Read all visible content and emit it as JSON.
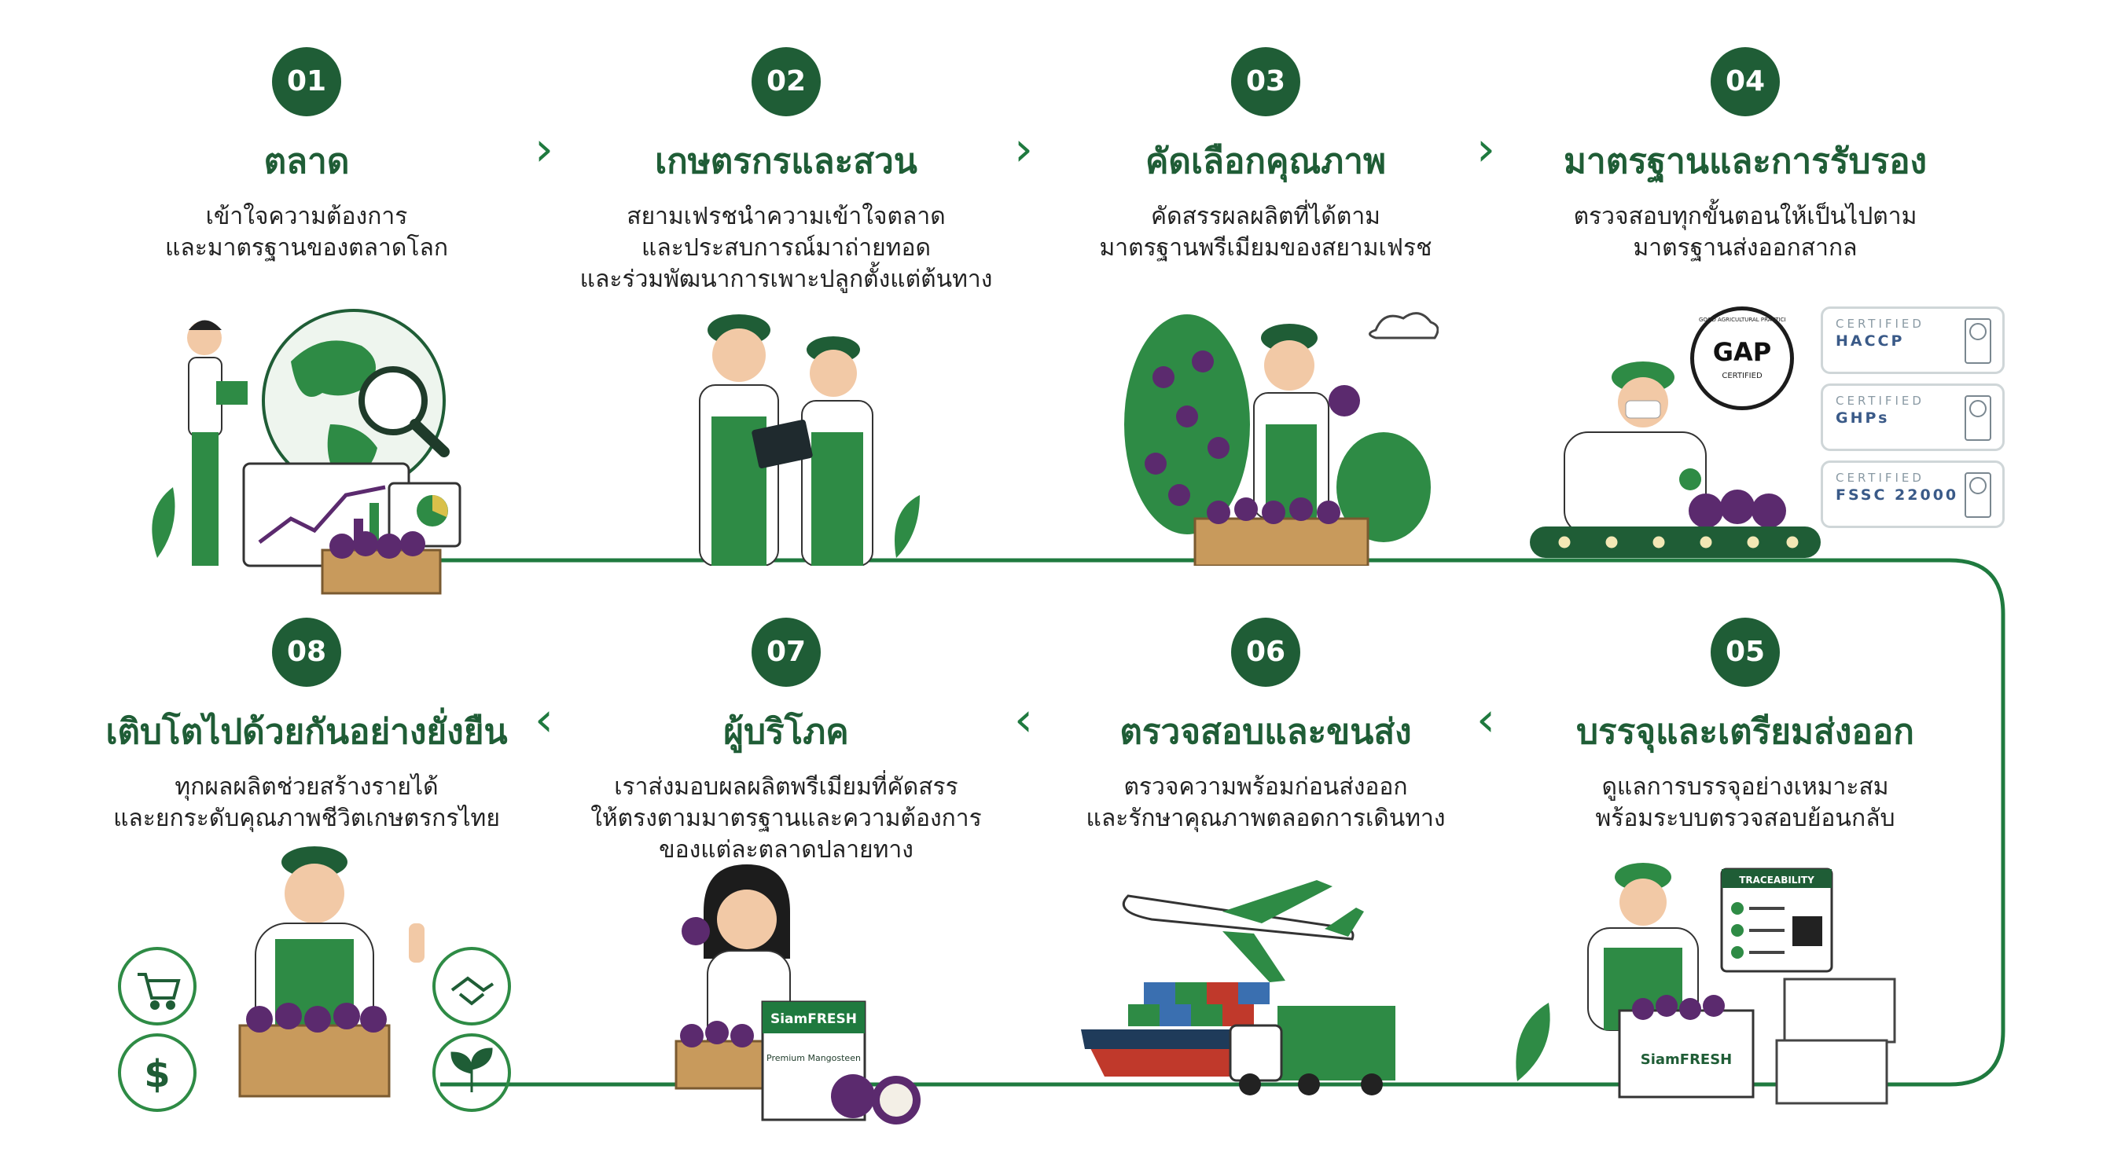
{
  "steps": [
    {
      "num": "01",
      "title": "ตลาด",
      "lines": [
        "เข้าใจความต้องการ",
        "และมาตรฐานของตลาดโลก"
      ]
    },
    {
      "num": "02",
      "title": "เกษตรกรและสวน",
      "lines": [
        "สยามเฟรชนำความเข้าใจตลาด",
        "และประสบการณ์มาถ่ายทอด",
        "และร่วมพัฒนาการเพาะปลูกตั้งแต่ต้นทาง"
      ]
    },
    {
      "num": "03",
      "title": "คัดเลือกคุณภาพ",
      "lines": [
        "คัดสรรผลผลิตที่ได้ตาม",
        "มาตรฐานพรีเมียมของสยามเฟรช"
      ]
    },
    {
      "num": "04",
      "title": "มาตรฐานและการรับรอง",
      "lines": [
        "ตรวจสอบทุกขั้นตอนให้เป็นไปตาม",
        "มาตรฐานส่งออกสากล"
      ]
    },
    {
      "num": "05",
      "title": "บรรจุและเตรียมส่งออก",
      "lines": [
        "ดูแลการบรรจุอย่างเหมาะสม",
        "พร้อมระบบตรวจสอบย้อนกลับ"
      ]
    },
    {
      "num": "06",
      "title": "ตรวจสอบและขนส่ง",
      "lines": [
        "ตรวจความพร้อมก่อนส่งออก",
        "และรักษาคุณภาพตลอดการเดินทาง"
      ]
    },
    {
      "num": "07",
      "title": "ผู้บริโภค",
      "lines": [
        "เราส่งมอบผลผลิตพรีเมียมที่คัดสรร",
        "ให้ตรงตามมาตรฐานและความต้องการ",
        "ของแต่ละตลาดปลายทาง"
      ]
    },
    {
      "num": "08",
      "title": "เติบโตไปด้วยกันอย่างยั่งยืน",
      "lines": [
        "ทุกผลผลิตช่วยสร้างรายได้",
        "และยกระดับคุณภาพชีวิตเกษตรกรไทย"
      ]
    }
  ],
  "certs": {
    "gap_main": "GAP",
    "gap_ring": "GOOD AGRICULTURAL PRACTICES",
    "gap_sub": "CERTIFIED",
    "certified": "CERTIFIED",
    "items": [
      "HACCP",
      "GHPs",
      "FSSC 22000"
    ]
  },
  "labels": {
    "brand": "SiamFRESH",
    "box_product": "Premium Mangosteen",
    "traceability": "TRACEABILITY"
  },
  "colors": {
    "primary": "#1f5d36",
    "accent": "#2e8b45",
    "fruit": "#5b2a6e"
  }
}
